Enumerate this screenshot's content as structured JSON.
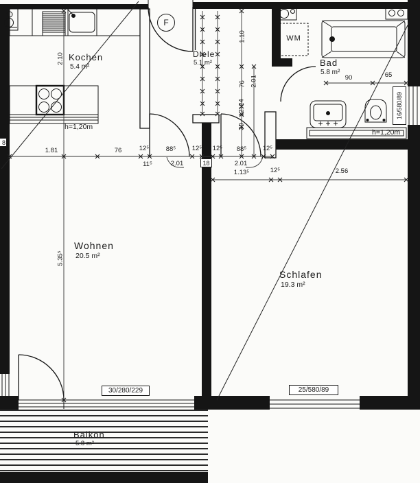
{
  "drawing": {
    "rooms": {
      "kochen": {
        "name": "Kochen",
        "area": "5.4 m²"
      },
      "diele": {
        "name": "Diele",
        "area": "5.1 m²"
      },
      "bad": {
        "name": "Bad",
        "area": "5.8 m²"
      },
      "wohnen": {
        "name": "Wohnen",
        "area": "20.5 m²"
      },
      "schlafen": {
        "name": "Schlafen",
        "area": "19.3 m²"
      },
      "balkon": {
        "name": "Balkon",
        "area": "5.8 m²"
      }
    },
    "entrance_label": "F",
    "wall_thickness_label": "18",
    "left_edge_label": "8",
    "fixture_labels": {
      "washing_machine": "WM"
    },
    "height_notes": {
      "kochen": "h=1,20m",
      "bad": "h=1,20m"
    },
    "window_tags": {
      "wohnen_balcony": "30/280/229",
      "schlafen": "25/580/89",
      "bad": "16/580/89"
    },
    "dimensions": {
      "chain_main": {
        "d1": "1.81",
        "d2": "76",
        "d3": "12⁵",
        "d3b": "11⁵",
        "d4": "88⁵",
        "d4b": "2.01",
        "d5": "12⁵",
        "d6": "12⁵",
        "d7": "88⁵",
        "d7b": "2.01",
        "d8": "12⁵"
      },
      "chain_schlafen": {
        "d1": "1.13⁵",
        "d2": "12⁵",
        "d3": "2.56"
      },
      "vertical_left": {
        "kochen": "2.10",
        "wohnen": "5.35⁵"
      },
      "vertical_diele": {
        "d1": "1.10",
        "d2": "76",
        "d3": "24",
        "d4": "12⁵",
        "d5": "30",
        "overall": "2.01"
      },
      "bad_horizontal": {
        "d1": "90",
        "d2": "65"
      }
    },
    "colors": {
      "ink": "#1a1a1a",
      "paper": "#fbfbf9"
    }
  }
}
